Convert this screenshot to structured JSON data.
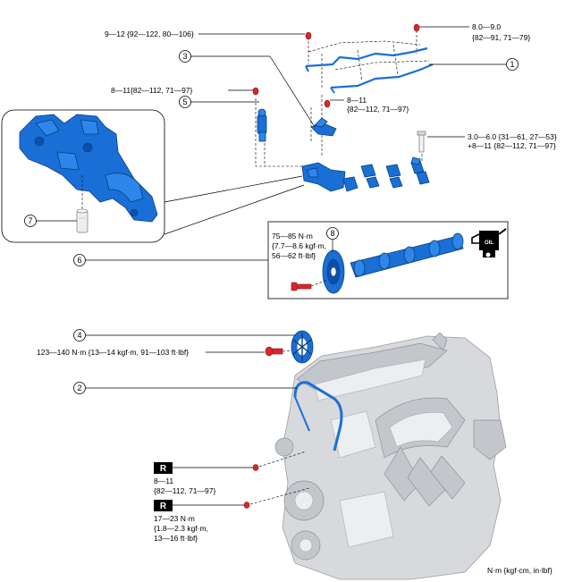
{
  "callouts": {
    "c1": "1",
    "c2": "2",
    "c3": "3",
    "c4": "4",
    "c5": "5",
    "c6": "6",
    "c7": "7",
    "c8": "8"
  },
  "torques": {
    "t_9_12": "9—12 {92—122, 80—106}",
    "t_8_9_a": "8.0—9.0",
    "t_8_9_b": "{82—91, 71—79}",
    "t_8_11_left": "8—11{82—112, 71—97}",
    "t_8_11_mid_a": "8—11",
    "t_8_11_mid_b": "{82—112, 71—97}",
    "t_3_6_a": "3.0—6.0 {31—61, 27—53}",
    "t_3_6_b": "+8—11 {82—112, 71—97}",
    "t_75_85_a": "75—85 N·m",
    "t_75_85_b": "{7.7—8.6 kgf·m,",
    "t_75_85_c": "56—62 ft·lbf}",
    "t_123_140": "123—140 N·m {13—14 kgf·m, 91—103 ft·lbf}",
    "t_8_11_low_a": "8—11",
    "t_8_11_low_b": "{82—112, 71—97}",
    "t_17_23_a": "17—23 N·m",
    "t_17_23_b": "{1.8—2.3 kgf·m,",
    "t_17_23_c": "13—16 ft·lbf}"
  },
  "badges": {
    "replace": "R"
  },
  "oil_icon_text": "OIL",
  "units_note": "N·m {kgf·cm, in·lbf}",
  "colors": {
    "part_blue": "#1a6fd6",
    "bolt_red": "#d8262e",
    "engine_grey": "#d7d9dc"
  }
}
